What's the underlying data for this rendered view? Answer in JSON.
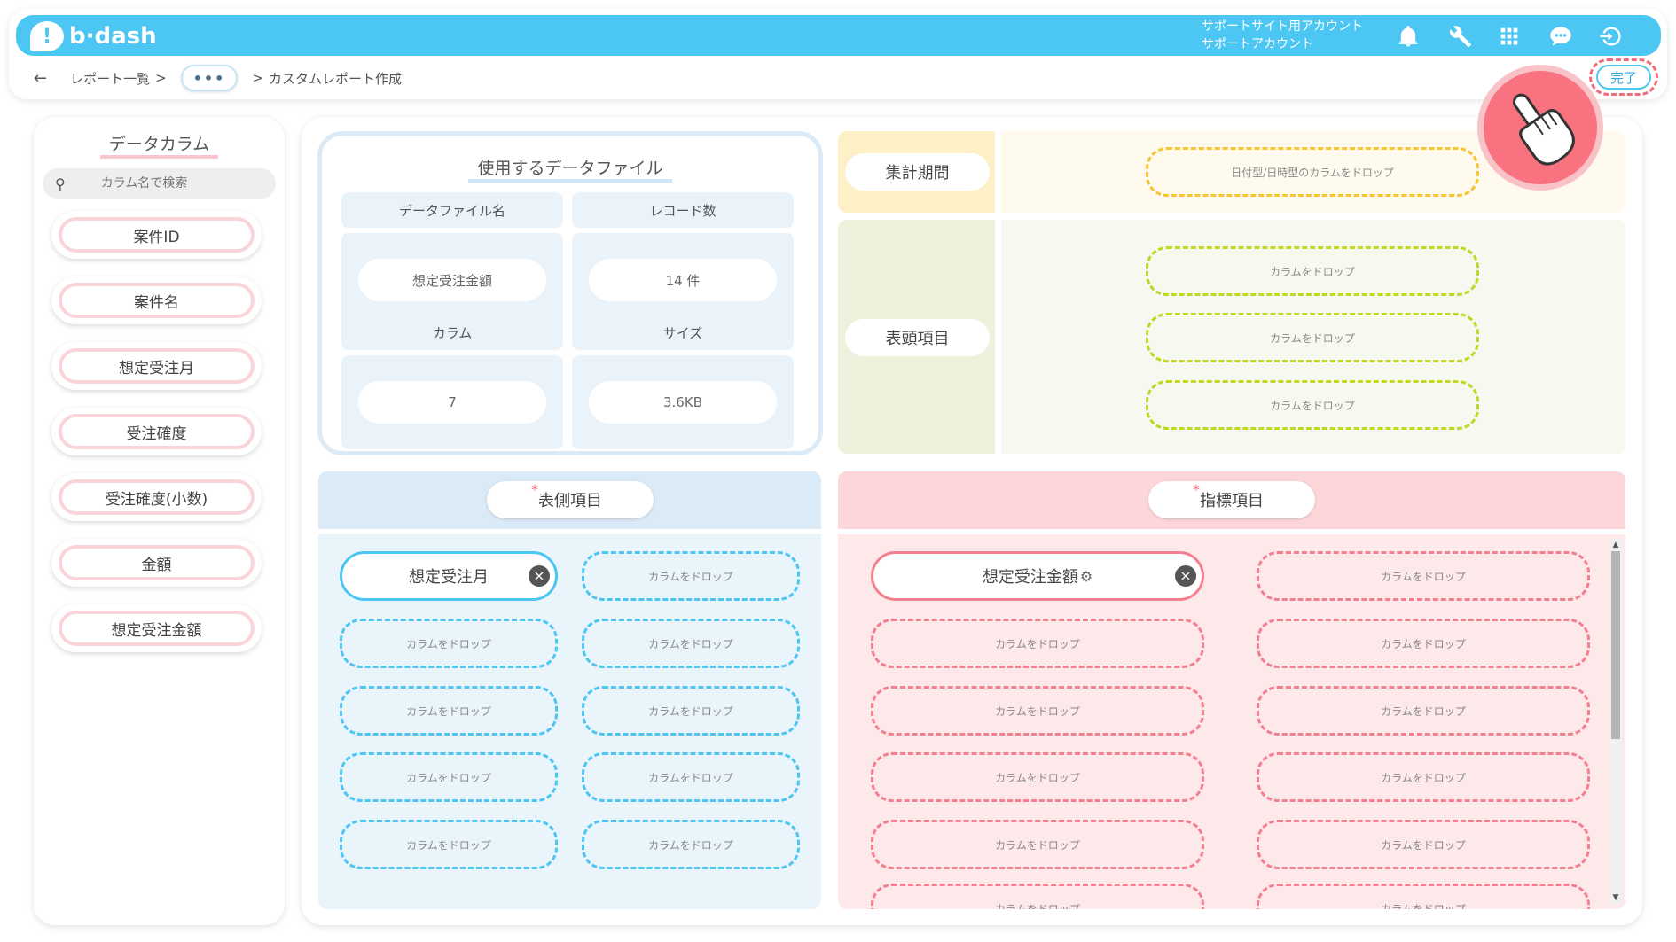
{
  "header": {
    "logo_mark": "!",
    "logo_text": "b·dash",
    "account_line1": "サポートサイト用アカウント",
    "account_line2": "サポートアカウント",
    "icons": [
      "bell-icon",
      "wrench-icon",
      "grid-icon",
      "chat-icon",
      "logout-icon"
    ],
    "accent_color": "#4cc6f3"
  },
  "breadcrumb": {
    "back": "←",
    "report_list": "レポート一覧",
    "separator": ">",
    "more": "•••",
    "current": "カスタムレポート作成"
  },
  "done_label": "完了",
  "sidebar": {
    "title": "データカラム",
    "search_placeholder": "カラム名で検索",
    "columns": [
      "案件ID",
      "案件名",
      "想定受注月",
      "受注確度",
      "受注確度(小数)",
      "金額",
      "想定受注金額"
    ]
  },
  "file_info": {
    "title": "使用するデータファイル",
    "file_name_label": "データファイル名",
    "file_name": "想定受注金額",
    "record_label": "レコード数",
    "record_count": "14 件",
    "column_label": "カラム",
    "column_count": "7",
    "size_label": "サイズ",
    "size": "3.6KB"
  },
  "period": {
    "label": "集計期間",
    "drop_text": "日付型/日時型のカラムをドロップ"
  },
  "header_items": {
    "label": "表頭項目",
    "drops": [
      "カラムをドロップ",
      "カラムをドロップ",
      "カラムをドロップ"
    ]
  },
  "row_items": {
    "label": "表側項目",
    "filled": "想定受注月",
    "drop_text": "カラムをドロップ"
  },
  "metric_items": {
    "label": "指標項目",
    "filled": "想定受注金額",
    "drop_text": "カラムをドロップ"
  },
  "remove_glyph": "×",
  "gear_glyph": "⚙"
}
